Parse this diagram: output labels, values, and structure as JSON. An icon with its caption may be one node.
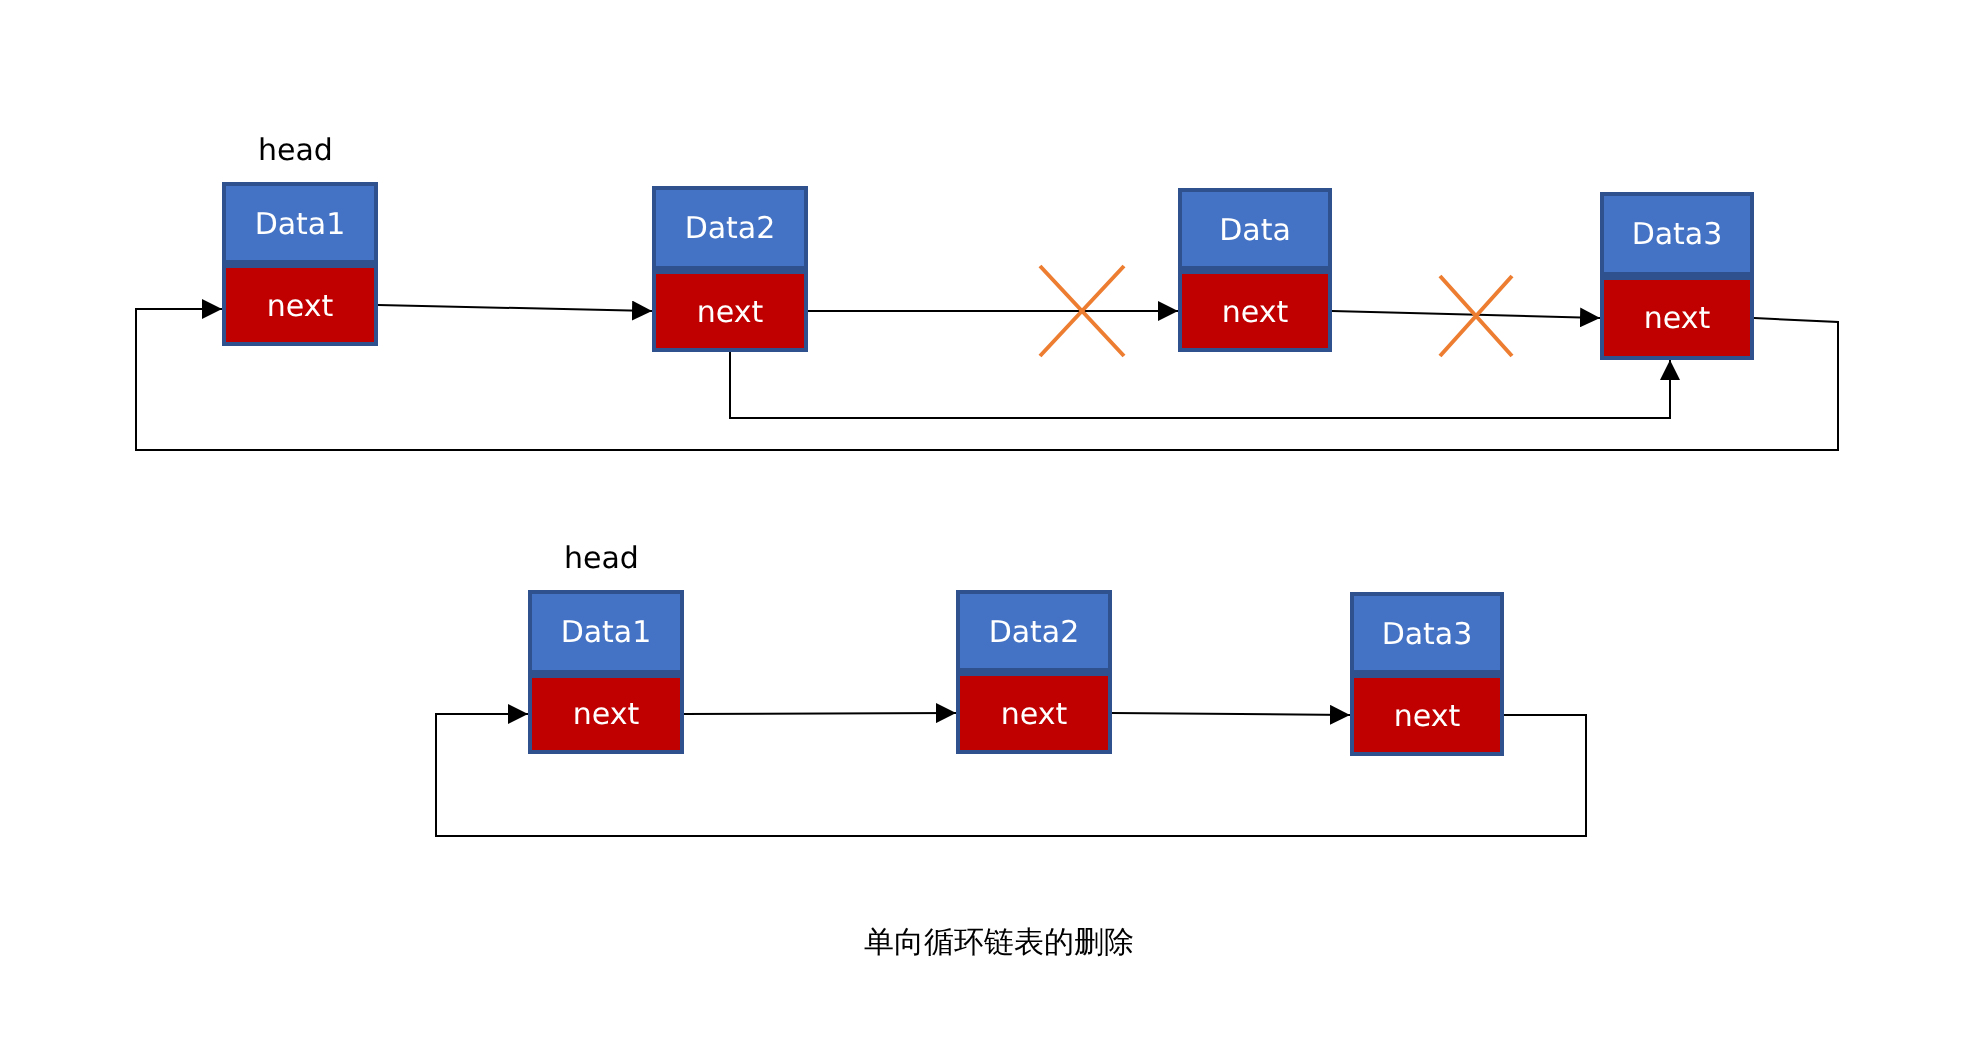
{
  "diagram": {
    "caption": "单向循环链表的删除",
    "nodes": [
      {
        "text": [
          "Data1"
        ],
        "beside": [
          "head"
        ]
      },
      {
        "text": [
          "next"
        ]
      },
      {
        "text": [
          "Data2"
        ]
      },
      {
        "text": [
          "next"
        ]
      },
      {
        "text": [
          "Data"
        ]
      },
      {
        "text": [
          "next"
        ]
      },
      {
        "text": [
          "Data3"
        ]
      },
      {
        "text": [
          "next"
        ]
      },
      {
        "text": [
          "Data1"
        ],
        "beside": [
          "head"
        ]
      },
      {
        "text": [
          "next"
        ]
      },
      {
        "text": [
          "Data2"
        ]
      },
      {
        "text": [
          "next"
        ]
      },
      {
        "text": [
          "Data3"
        ]
      },
      {
        "text": [
          "next"
        ]
      }
    ],
    "edges": [
      {
        "from": 1,
        "to": 3,
        "arrow": "to"
      },
      {
        "from": 3,
        "to": 5,
        "arrow": "to"
      },
      {
        "from": 5,
        "to": 7,
        "arrow": "to"
      },
      {
        "from": 3,
        "to": 7,
        "arrow": "to"
      },
      {
        "from": 7,
        "to": 1,
        "arrow": "to"
      },
      {
        "from": 9,
        "to": 11,
        "arrow": "to"
      },
      {
        "from": 11,
        "to": 13,
        "arrow": "to"
      },
      {
        "from": 13,
        "to": 9,
        "arrow": "to"
      }
    ]
  }
}
